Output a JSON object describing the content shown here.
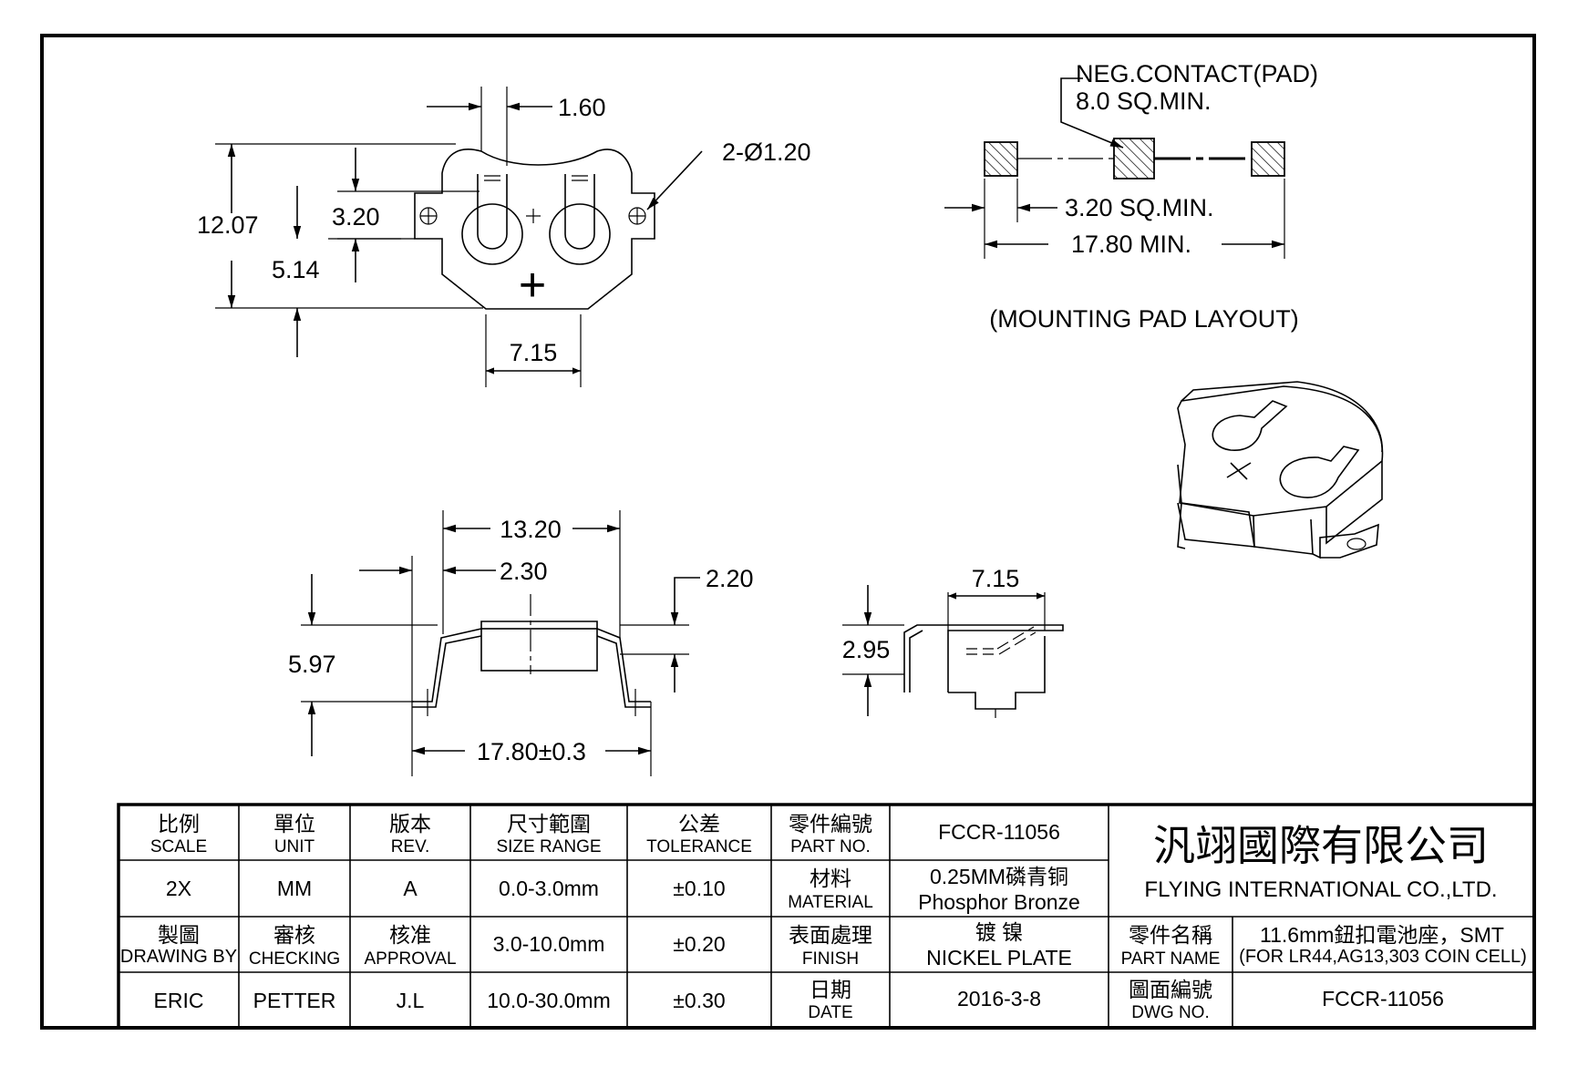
{
  "top_view": {
    "dim_slot_width": "1.60",
    "dim_hole": "2-Ø1.20",
    "dim_height": "12.07",
    "dim_slot_depth": "3.20",
    "dim_center_offset": "5.14",
    "dim_width": "7.15",
    "polarity": "+"
  },
  "pad_layout": {
    "neg_contact_line1": "NEG.CONTACT(PAD)",
    "neg_contact_line2": "8.0 SQ.MIN.",
    "pad_size": "3.20 SQ.MIN.",
    "span": "17.80 MIN.",
    "caption": "(MOUNTING PAD LAYOUT)"
  },
  "front_view": {
    "dim_overall": "13.20",
    "dim_step": "2.30",
    "dim_tab_height": "2.20",
    "dim_height": "5.97",
    "dim_footprint": "17.80±0.3"
  },
  "side_view": {
    "dim_width": "7.15",
    "dim_height": "2.95"
  },
  "title_block": {
    "scale_cn": "比例",
    "scale_en": "SCALE",
    "scale_val": "2X",
    "unit_cn": "單位",
    "unit_en": "UNIT",
    "unit_val": "MM",
    "rev_cn": "版本",
    "rev_en": "REV.",
    "rev_val": "A",
    "size_cn": "尺寸範圍",
    "size_en": "SIZE RANGE",
    "tol_cn": "公差",
    "tol_en": "TOLERANCE",
    "tol_rows": [
      {
        "range": "0.0-3.0mm",
        "tol": "±0.10"
      },
      {
        "range": "3.0-10.0mm",
        "tol": "±0.20"
      },
      {
        "range": "10.0-30.0mm",
        "tol": "±0.30"
      }
    ],
    "partno_cn": "零件編號",
    "partno_en": "PART NO.",
    "partno_val": "FCCR-11056",
    "material_cn": "材料",
    "material_en": "MATERIAL",
    "material_val1": "0.25MM磷青铜",
    "material_val2": "Phosphor Bronze",
    "finish_cn": "表面處理",
    "finish_en": "FINISH",
    "finish_val1": "镀 镍",
    "finish_val2": "NICKEL PLATE",
    "date_cn": "日期",
    "date_en": "DATE",
    "date_val": "2016-3-8",
    "drawing_cn": "製圖",
    "drawing_en": "DRAWING BY",
    "drawing_val": "ERIC",
    "checking_cn": "審核",
    "checking_en": "CHECKING",
    "checking_val": "PETTER",
    "approval_cn": "核准",
    "approval_en": "APPROVAL",
    "approval_val": "J.L",
    "company_cn": "汎翊國際有限公司",
    "company_en": "FLYING INTERNATIONAL CO.,LTD.",
    "partname_cn": "零件名稱",
    "partname_en": "PART NAME",
    "partname_val1": "11.6mm鈕扣電池座，SMT",
    "partname_val2": "(FOR LR44,AG13,303 COIN CELL)",
    "dwgno_cn": "圖面編號",
    "dwgno_en": "DWG NO.",
    "dwgno_val": "FCCR-11056"
  }
}
